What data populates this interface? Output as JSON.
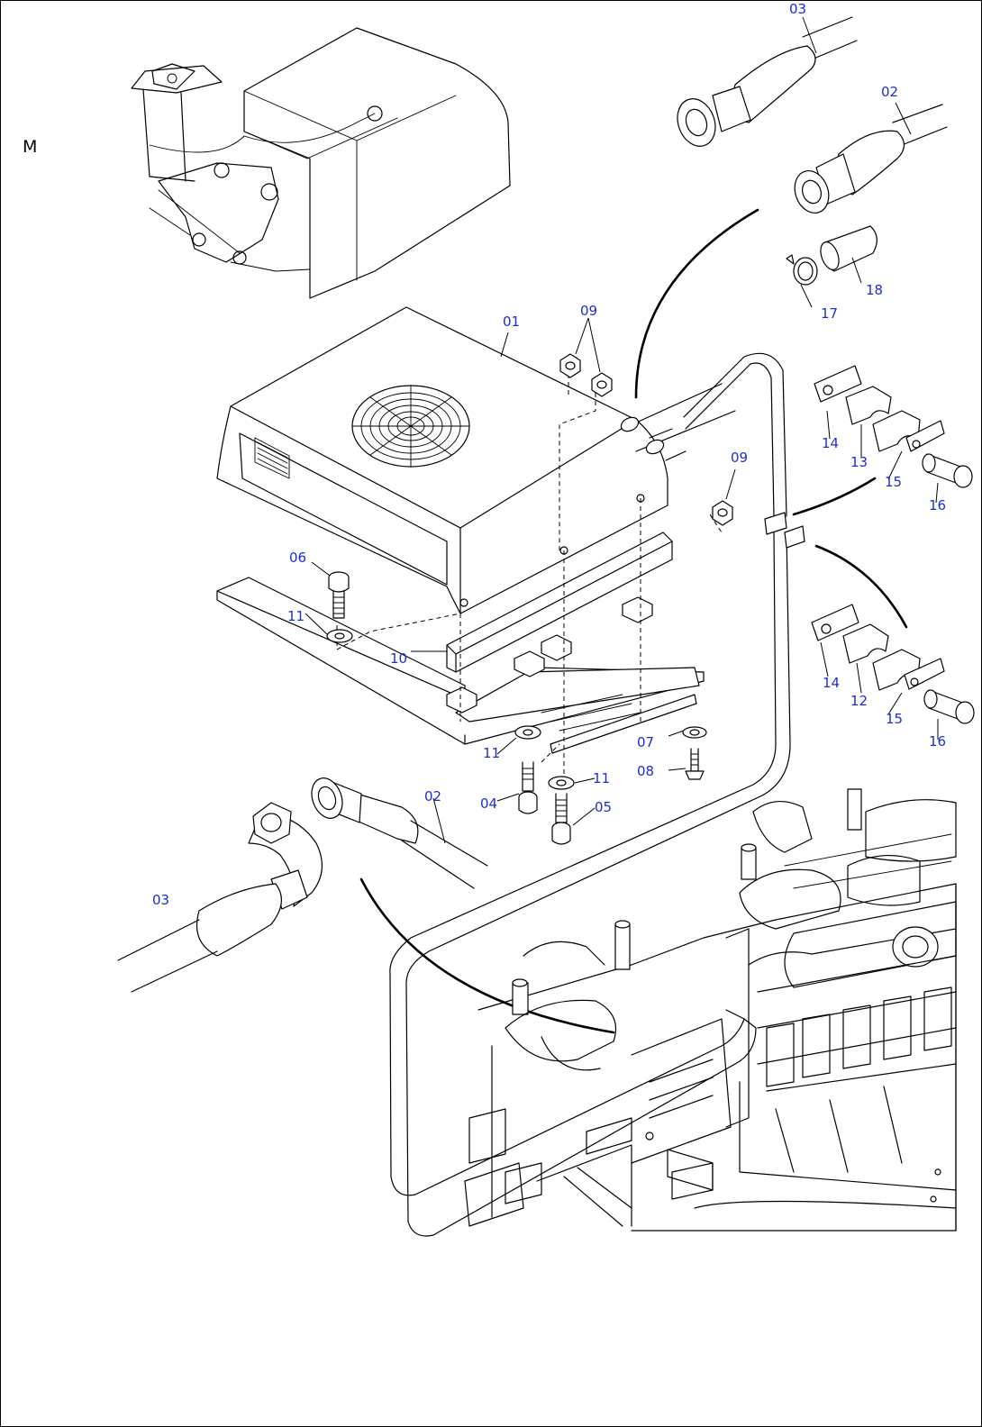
{
  "view_letter": "M",
  "colors": {
    "callout": "#1a2fd1",
    "line": "#000000",
    "background": "#ffffff"
  },
  "callouts": {
    "hose_03_top": "03",
    "hose_02_top": "02",
    "clamp_17": "17",
    "hose_18": "18",
    "condenser_01": "01",
    "nut_09_top": "09",
    "nut_09_right": "09",
    "plate_14_top": "14",
    "cushion_13": "13",
    "plate_15_top": "15",
    "bolt_16_top": "16",
    "bolt_06": "06",
    "washer_11_left": "11",
    "bracket_10": "10",
    "plate_14_bottom": "14",
    "cushion_12": "12",
    "plate_15_bottom": "15",
    "bolt_16_bottom": "16",
    "washer_11_mid": "11",
    "washer_07": "07",
    "bolt_08": "08",
    "washer_11_lower": "11",
    "bolt_04": "04",
    "bolt_05": "05",
    "hose_02_bottom": "02",
    "hose_03_bottom": "03"
  }
}
